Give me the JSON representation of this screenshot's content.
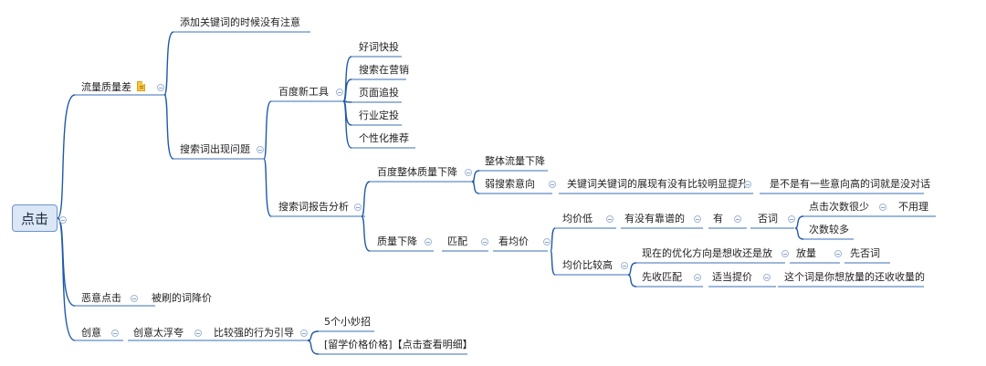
{
  "mindmap": {
    "root": "点击",
    "branch_traffic": {
      "label": "流量质量差",
      "keyword_add": "添加关键词的时候没有注意",
      "search_term": "搜索词出现问题",
      "baidu_tools": {
        "label": "百度新工具",
        "items": [
          "好词快投",
          "搜索在营销",
          "页面追投",
          "行业定投",
          "个性化推荐"
        ]
      },
      "report": {
        "label": "搜索词报告分析",
        "overall_drop": "百度整体质量下降",
        "traffic_drop": "整体流量下降",
        "weak_intent": "弱搜索意向",
        "keyword_display": "关键词关键词的展现有没有比较明显提升",
        "high_intent": "是不是有一些意向高的词就是没对话",
        "quality_drop": "质量下降",
        "match": "匹配",
        "view_cpc": "看均价",
        "cpc_low": "均价低",
        "reliable": "有没有靠谱的",
        "yes": "有",
        "negative": "否词",
        "clicks_few": "点击次数很少",
        "no_need": "不用理",
        "clicks_more": "次数较多",
        "cpc_high": "均价比较高",
        "direction": "现在的优化方向是想收还是放",
        "expand": "放量",
        "negate_first": "先否词",
        "tighten_match": "先收匹配",
        "raise_bid": "适当提价",
        "expand_or_tighten": "这个词是你想放量的还收收量的"
      }
    },
    "branch_malicious": {
      "label": "恶意点击",
      "child": "被刷的词降价"
    },
    "branch_creative": {
      "label": "创意",
      "exaggerated": "创意太浮夸",
      "guidance": "比较强的行为引导",
      "tips": "5个小妙招",
      "price": "[留学价格价格]【点击查看明细】"
    }
  },
  "colors": {
    "connector": "#1f5aa8",
    "underline": "#3a6fb7",
    "root_fill": "#dbe6f6",
    "root_border": "#6f93c7"
  },
  "icons": [
    "note-icon",
    "collapse-icon"
  ]
}
